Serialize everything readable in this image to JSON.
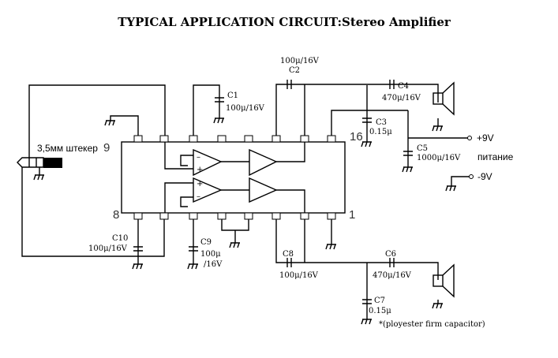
{
  "title": "TYPICAL APPLICATION CIRCUIT:Stereo Amplifier",
  "jack_label": "3,5мм штекер",
  "pin_numbers": {
    "top_left": "9",
    "top_right": "16",
    "bottom_left": "8",
    "bottom_right": "1"
  },
  "components": {
    "c1": {
      "name": "C1",
      "value": "100μ/16V"
    },
    "c2": {
      "name": "C2",
      "value": "100μ/16V"
    },
    "c3": {
      "name": "C3",
      "value": "0.15μ"
    },
    "c4": {
      "name": "C4",
      "value": "470μ/16V"
    },
    "c5": {
      "name": "C5",
      "value": "1000μ/16V"
    },
    "c6": {
      "name": "C6",
      "value": "470μ/16V"
    },
    "c7": {
      "name": "C7",
      "value": "0.15μ"
    },
    "c8": {
      "name": "C8",
      "value": "100μ/16V"
    },
    "c9": {
      "name": "C9",
      "value": "100μ",
      "value2": "/16V"
    },
    "c10": {
      "name": "C10",
      "value": "100μ/16V"
    }
  },
  "power": {
    "plus": "+9V",
    "minus": "-9V",
    "label": "питание"
  },
  "note": "*(ployester firm capacitor)"
}
